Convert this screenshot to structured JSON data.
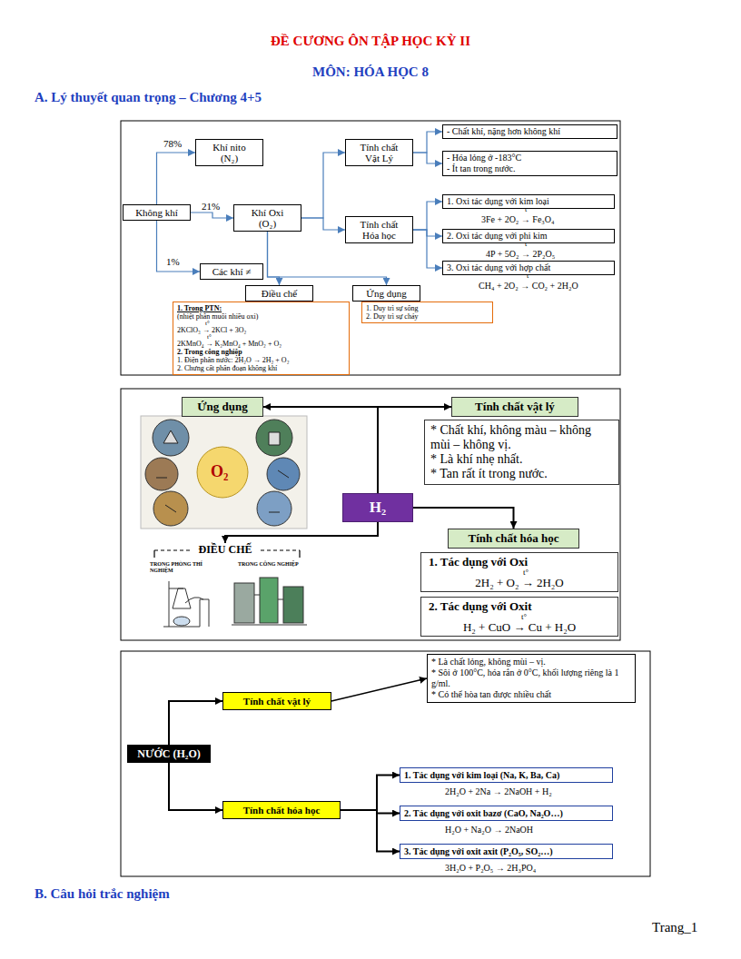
{
  "diagram": {
    "title": "ĐỀ CƯƠNG ÔN TẬP HỌC KỲ II",
    "nodes": [
      {
        "text": [
          "Không khí"
        ]
      },
      {
        "text": [
          "Khí nito (N₂)"
        ]
      },
      {
        "text": [
          "Khí Oxi (O₂)"
        ]
      },
      {
        "text": [
          "Các khí ≠"
        ]
      },
      {
        "text": [
          "Tính chất Vật Lý"
        ]
      },
      {
        "text": [
          "Tính chất Hóa học"
        ]
      },
      {
        "text": [
          "- Chất khí, nặng hơn không khí"
        ]
      },
      {
        "text": [
          "- Hóa lỏng ở -183°C",
          "- Ít tan trong nước."
        ]
      },
      {
        "text": [
          "1. Oxi tác dụng với kim loại"
        ]
      },
      {
        "text": [
          "2. Oxi tác dụng với phi kim"
        ]
      },
      {
        "text": [
          "3. Oxi tác dụng với hợp chất"
        ]
      },
      {
        "text": [
          "Điều chế"
        ]
      },
      {
        "text": [
          "Ứng dụng"
        ]
      },
      {
        "text": [
          "1. Trong PTN:",
          "(nhiệt phân muối nhiều oxi)",
          "t°",
          "2KClO₃ → 2KCl + 3O₂",
          "t°",
          "2KMnO₄ → K₂MnO₄ + MnO₂ + O₂",
          "2. Trong công nghiệp",
          "1. Điện phân nước: 2H₂O → 2H₂ + O₂",
          "2. Chưng cất phân đoạn không khí"
        ]
      },
      {
        "text": [
          "1. Duy trì sự sống",
          "2. Duy trì sự cháy"
        ]
      },
      {
        "text": [
          "Ứng dụng"
        ]
      },
      {
        "text": [
          "Tính chất vật lý"
        ]
      },
      {
        "text": [
          "* Chất khí, không màu – không mùi – không vị.",
          "* Là khí nhẹ nhất.",
          "* Tan rất ít trong nước."
        ]
      },
      {
        "text": [
          "H₂"
        ]
      },
      {
        "text": [
          "Tính chất hóa học"
        ]
      },
      {
        "text": [
          "1. Tác dụng với Oxi",
          "t°",
          "2H₂ + O₂ → 2H₂O"
        ]
      },
      {
        "text": [
          "2. Tác dụng với Oxit",
          "t°",
          "H₂ + CuO → Cu + H₂O"
        ]
      },
      {
        "text": [
          "ĐIỀU CHẾ"
        ]
      },
      {
        "text": [
          "NƯỚC (H₂O)"
        ]
      },
      {
        "text": [
          "Tính chất vật lý"
        ]
      },
      {
        "text": [
          "* Là chất lỏng, không mùi – vị.",
          "* Sôi ở 100°C, hóa rắn ở 0°C, khối lượng riêng là 1 g/ml.",
          "* Có thể hòa tan được nhiều chất"
        ]
      },
      {
        "text": [
          "Tính chất hóa học"
        ]
      },
      {
        "text": [
          "1. Tác dụng với kim loại (Na, K, Ba, Ca)"
        ]
      },
      {
        "text": [
          "2. Tác dụng với oxit bazơ (CaO, Na₂O…)"
        ]
      },
      {
        "text": [
          "3. Tác dụng với oxit axit (P₂O₅, SO₂…)"
        ]
      }
    ],
    "edges": [
      {
        "from": 0,
        "to": 1,
        "arrow": "to"
      },
      {
        "from": 0,
        "to": 2,
        "arrow": "to"
      },
      {
        "from": 0,
        "to": 3,
        "arrow": "to"
      },
      {
        "from": 2,
        "to": 4,
        "arrow": "to"
      },
      {
        "from": 2,
        "to": 5,
        "arrow": "to"
      },
      {
        "from": 4,
        "to": 6,
        "arrow": "to"
      },
      {
        "from": 4,
        "to": 7,
        "arrow": "to"
      },
      {
        "from": 5,
        "to": 8,
        "arrow": "to"
      },
      {
        "from": 5,
        "to": 9,
        "arrow": "to"
      },
      {
        "from": 5,
        "to": 10,
        "arrow": "to"
      },
      {
        "from": 2,
        "to": 11,
        "arrow": "to"
      },
      {
        "from": 2,
        "to": 12,
        "arrow": "to"
      },
      {
        "from": 18,
        "to": 15,
        "arrow": "to"
      },
      {
        "from": 18,
        "to": 16,
        "arrow": "to"
      },
      {
        "from": 18,
        "to": 19,
        "arrow": "to"
      },
      {
        "from": 18,
        "to": 22,
        "arrow": "to"
      },
      {
        "from": 23,
        "to": 24,
        "arrow": "to"
      },
      {
        "from": 23,
        "to": 26,
        "arrow": "to"
      },
      {
        "from": 24,
        "to": 25,
        "arrow": "to"
      },
      {
        "from": 26,
        "to": 27,
        "arrow": "to"
      },
      {
        "from": 26,
        "to": 28,
        "arrow": "to"
      },
      {
        "from": 26,
        "to": 29,
        "arrow": "to"
      }
    ],
    "labels": [
      "MÔN: HÓA HỌC 8",
      "A. Lý thuyết quan trọng – Chương 4+5",
      "78%",
      "21%",
      "1%",
      "t°",
      "3Fe + 2O₂ → Fe₃O₄",
      "t°",
      "4P + 5O₂ → 2P₂O₅",
      "t°",
      "CH₄ + 2O₂ → CO₂ + 2H₂O",
      "O₂",
      "TRONG PHÒNG THÍ NGHIỆM",
      "TRONG CÔNG NGHIỆP",
      "2H₂O + 2Na → 2NaOH + H₂",
      "H₂O + Na₂O → 2NaOH",
      "3H₂O + P₂O₅ → 2H₃PO₄",
      "B. Câu hỏi trắc nghiệm",
      "Trang_1"
    ]
  }
}
